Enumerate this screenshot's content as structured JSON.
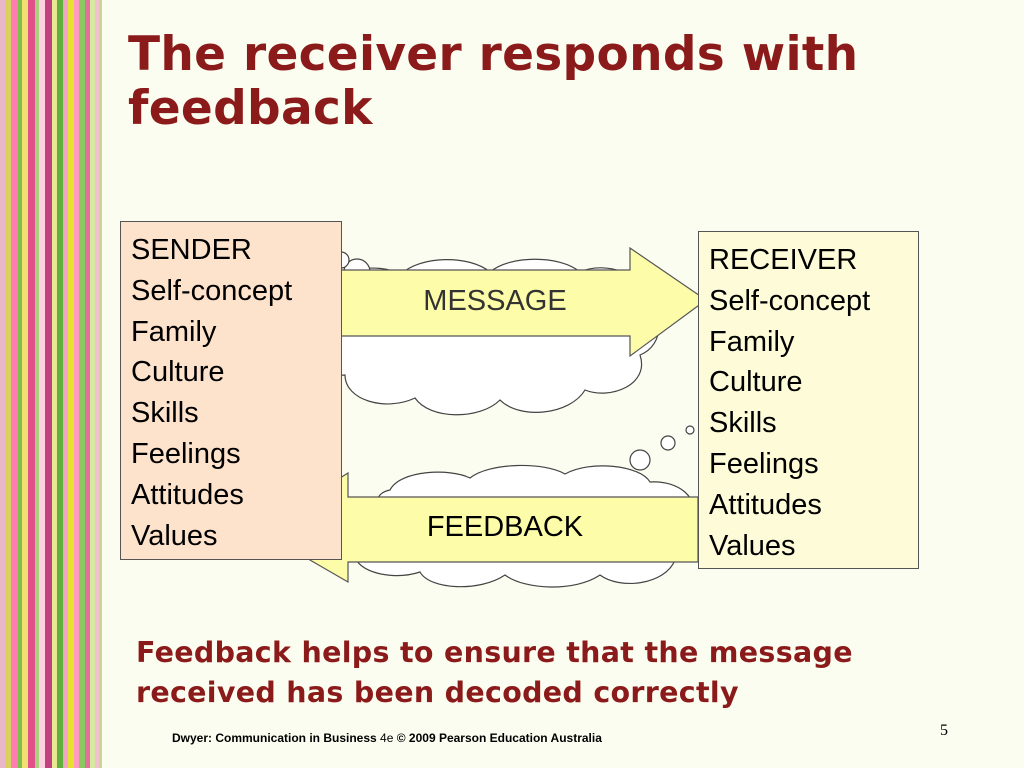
{
  "slide": {
    "title": "The receiver responds with feedback",
    "caption": "Feedback helps to ensure that the message received has been decoded correctly",
    "footer": {
      "text_before": "Dwyer: Communication in Business ",
      "edition": "4e",
      "text_after": " © 2009 Pearson Education Australia"
    },
    "page_number": "5"
  },
  "diagram": {
    "sender": {
      "heading": "SENDER",
      "items": [
        "Self-concept",
        "Family",
        "Culture",
        "Skills",
        "Feelings",
        "Attitudes",
        "Values"
      ]
    },
    "receiver": {
      "heading": "RECEIVER",
      "items": [
        "Self-concept",
        "Family",
        "Culture",
        "Skills",
        "Feelings",
        "Attitudes",
        "Values"
      ]
    },
    "message_label": "MESSAGE",
    "feedback_label": "FEEDBACK"
  },
  "colors": {
    "title": "#8b1a1a",
    "background": "#fbfdf0",
    "sender_box": "#fde2cc",
    "receiver_box": "#fefcd8",
    "arrow_fill": "#fdfca8",
    "cloud_fill": "#ffffff"
  }
}
